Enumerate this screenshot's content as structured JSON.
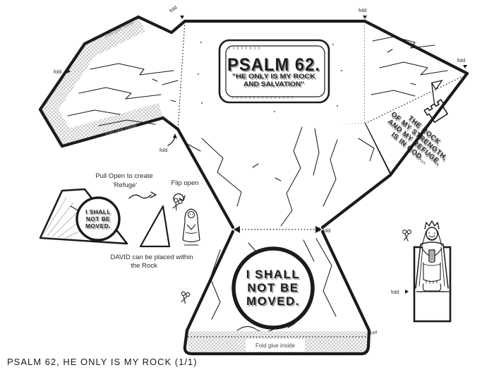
{
  "colors": {
    "ink": "#1b1b1b",
    "shadow": "#9e9e9e",
    "hatch": "#c9c9c9",
    "background": "#ffffff"
  },
  "plaque": {
    "title": "PSALM 62.",
    "subtitle1": "\"HE ONLY IS MY ROCK",
    "subtitle2": "AND SALVATION\""
  },
  "verse": {
    "line1": "THE ROCK",
    "line2": "OF MY STRENGTH,",
    "line3": "AND MY REFUGE,",
    "line4": "IS IN GOD..."
  },
  "big_circle": {
    "line1": "I SHALL",
    "line2": "NOT BE",
    "line3": "MOVED."
  },
  "mini_circle": {
    "line1": "I SHALL",
    "line2": "NOT BE",
    "line3": "MOVED."
  },
  "instructions": {
    "pull_open1": "Pull Open to create",
    "pull_open2": "'Refuge'",
    "flip_open": "Flip open",
    "david1": "DAVID can be placed within",
    "david2": "the Rock"
  },
  "labels": {
    "fold": "fold",
    "glue": "Fold glue inside"
  },
  "icons": {
    "scissors": "✂",
    "fold_marker": "▾",
    "tower": "refuge-tower-with-flag"
  },
  "footer": {
    "text": "PSALM 62, HE ONLY IS MY ROCK (1/1)"
  }
}
